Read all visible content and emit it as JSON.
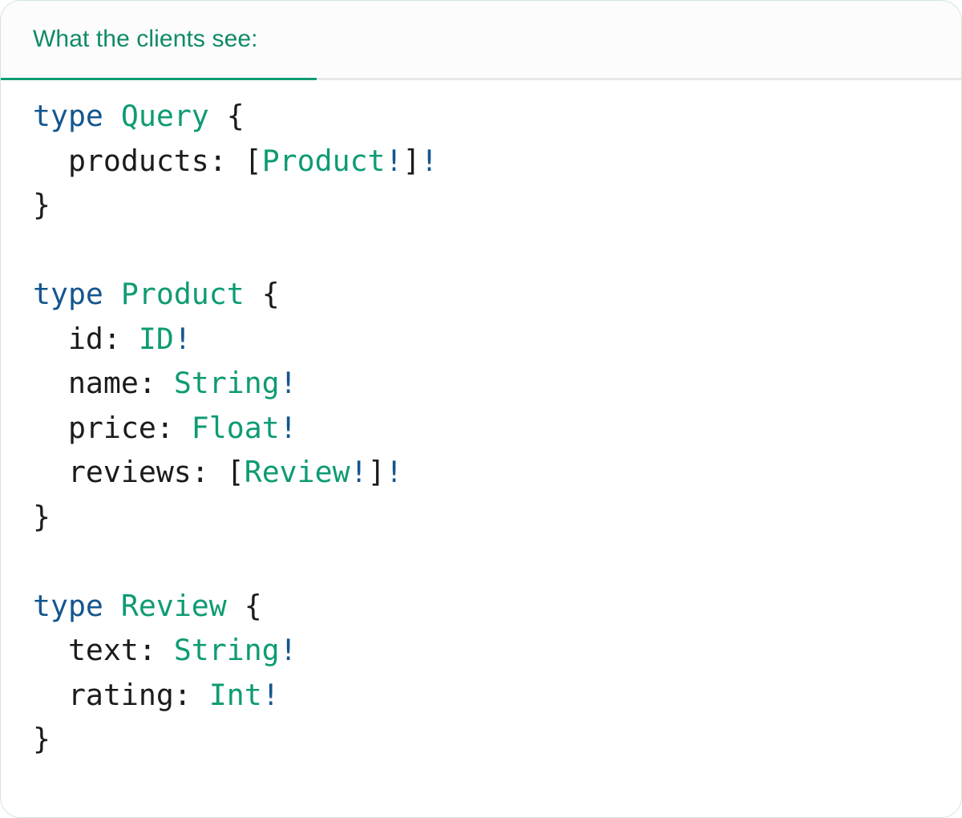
{
  "card": {
    "accent_color": "#0f9d73",
    "border_color": "#cfe5da",
    "background": "#ffffff"
  },
  "header": {
    "active_tab_label": "What the clients see:",
    "tab_text_color": "#0f8a68",
    "underline_color": "#0f9d73",
    "strip_background": "#fcfcfc"
  },
  "syntax_colors": {
    "keyword": "#14568f",
    "type_name": "#0e9b74",
    "non_null_bang": "#14568f",
    "punctuation": "#1b1b1b",
    "field_name": "#1b1b1b"
  },
  "code": {
    "language": "graphql",
    "lines": [
      {
        "id": "l1",
        "text": "type Query {"
      },
      {
        "id": "l2",
        "text": "  products: [Product!]!"
      },
      {
        "id": "l3",
        "text": "}"
      },
      {
        "id": "l4",
        "text": ""
      },
      {
        "id": "l5",
        "text": "type Product {"
      },
      {
        "id": "l6",
        "text": "  id: ID!"
      },
      {
        "id": "l7",
        "text": "  name: String!"
      },
      {
        "id": "l8",
        "text": "  price: Float!"
      },
      {
        "id": "l9",
        "text": "  reviews: [Review!]!"
      },
      {
        "id": "l10",
        "text": "}"
      },
      {
        "id": "l11",
        "text": ""
      },
      {
        "id": "l12",
        "text": "type Review {"
      },
      {
        "id": "l13",
        "text": "  text: String!"
      },
      {
        "id": "l14",
        "text": "  rating: Int!"
      },
      {
        "id": "l15",
        "text": "}"
      }
    ],
    "schema": {
      "types": [
        {
          "name": "Query",
          "fields": [
            {
              "name": "products",
              "type": "[Product!]!"
            }
          ]
        },
        {
          "name": "Product",
          "fields": [
            {
              "name": "id",
              "type": "ID!"
            },
            {
              "name": "name",
              "type": "String!"
            },
            {
              "name": "price",
              "type": "Float!"
            },
            {
              "name": "reviews",
              "type": "[Review!]!"
            }
          ]
        },
        {
          "name": "Review",
          "fields": [
            {
              "name": "text",
              "type": "String!"
            },
            {
              "name": "rating",
              "type": "Int!"
            }
          ]
        }
      ]
    }
  }
}
